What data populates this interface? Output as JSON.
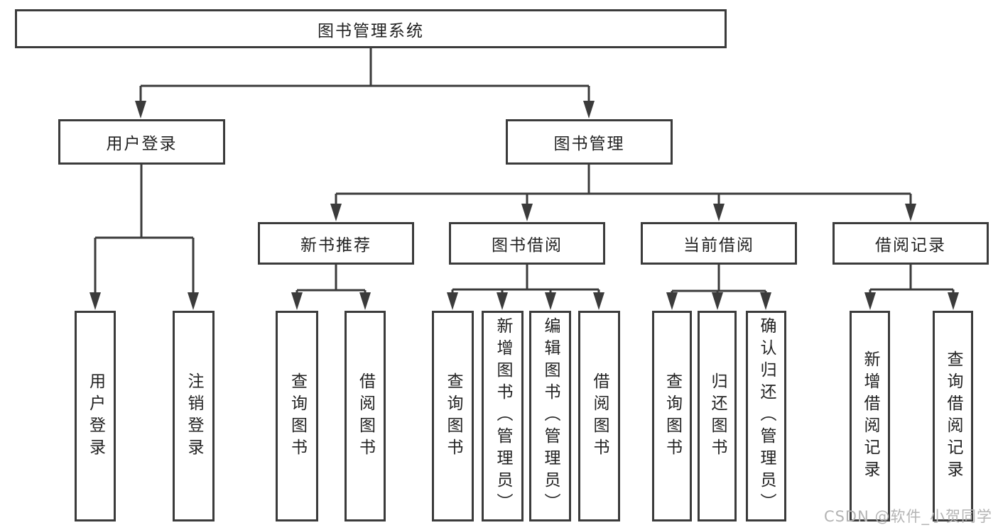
{
  "tree": {
    "root": {
      "label": "图书管理系统"
    },
    "branches": [
      {
        "label": "用户登录",
        "children": [
          {
            "label": "用户登录"
          },
          {
            "label": "注销登录"
          }
        ]
      },
      {
        "label": "图书管理",
        "children": [
          {
            "label": "新书推荐",
            "children": [
              {
                "label": "查询图书"
              },
              {
                "label": "借阅图书"
              }
            ]
          },
          {
            "label": "图书借阅",
            "children": [
              {
                "label": "查询图书"
              },
              {
                "label": "新增图书（管理员）"
              },
              {
                "label": "编辑图书（管理员）"
              },
              {
                "label": "借阅图书"
              }
            ]
          },
          {
            "label": "当前借阅",
            "children": [
              {
                "label": "查询图书"
              },
              {
                "label": "归还图书"
              },
              {
                "label": "确认归还（管理员）"
              }
            ]
          },
          {
            "label": "借阅记录",
            "children": [
              {
                "label": "新增借阅记录"
              },
              {
                "label": "查询借阅记录"
              }
            ]
          }
        ]
      }
    ]
  },
  "watermark": {
    "text": "CSDN @软件_小贺同学"
  },
  "colors": {
    "line": "#3b3b3b",
    "text": "#222222",
    "watermark": "#b4b4b4",
    "background": "#ffffff"
  }
}
